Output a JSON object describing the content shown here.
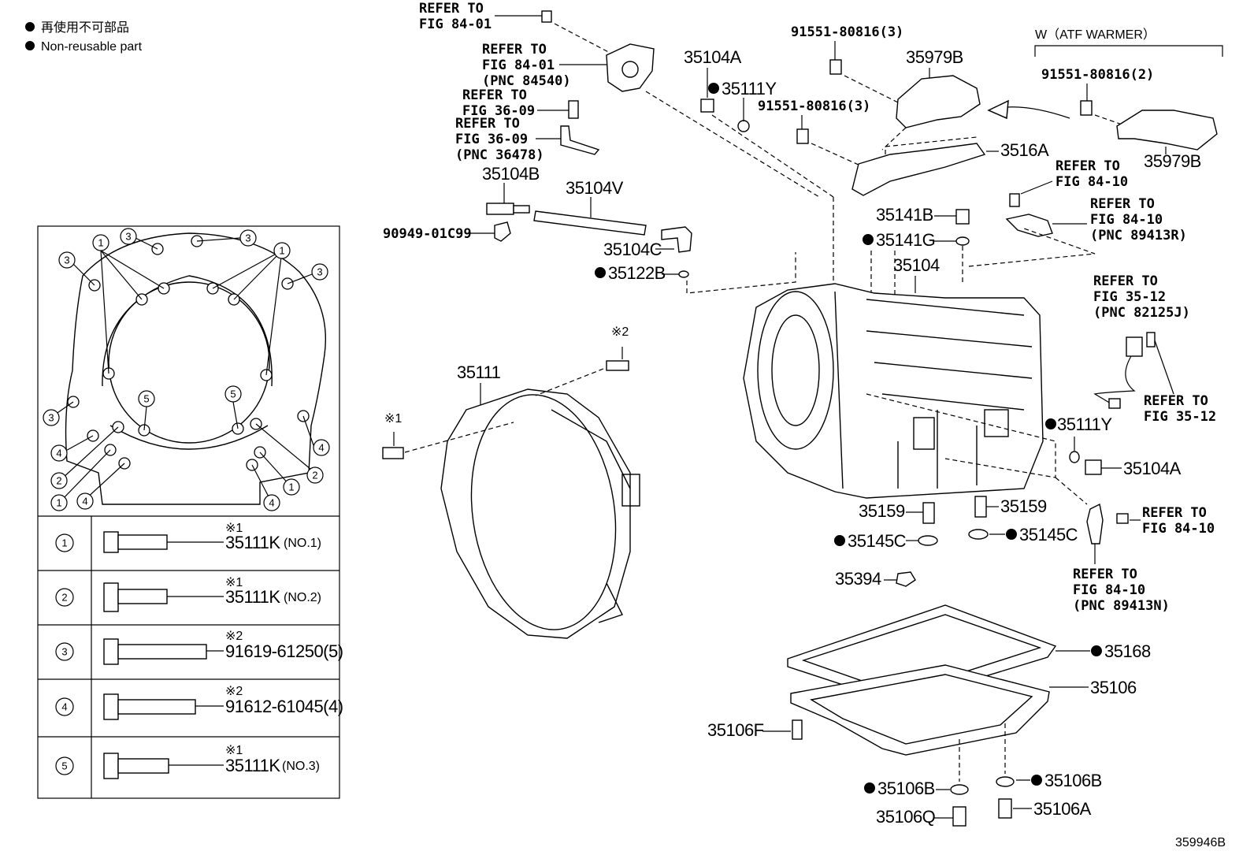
{
  "legend": {
    "jp": "再使用不可部品",
    "en": "Non-reusable part"
  },
  "diagram_code": "359946B",
  "atf_warmer_label": "W（ATF WARMER）",
  "refs": {
    "r1a": "REFER TO",
    "r1b": "FIG 84-01",
    "r2a": "REFER TO",
    "r2b": "FIG 84-01",
    "r2c": "(PNC 84540)",
    "r3a": "REFER TO",
    "r3b": "FIG 36-09",
    "r4a": "REFER TO",
    "r4b": "FIG 36-09",
    "r4c": "(PNC 36478)",
    "r5a": "REFER TO",
    "r5b": "FIG 84-10",
    "r6a": "REFER TO",
    "r6b": "FIG 84-10",
    "r6c": "(PNC 89413R)",
    "r7a": "REFER TO",
    "r7b": "FIG 35-12",
    "r7c": "(PNC 82125J)",
    "r8a": "REFER TO",
    "r8b": "FIG 35-12",
    "r9a": "REFER TO",
    "r9b": "FIG 84-10",
    "r10a": "REFER TO",
    "r10b": "FIG 84-10",
    "r10c": "(PNC 89413N)"
  },
  "parts": {
    "p35104A_top": "35104A",
    "p35111Y_top": "35111Y",
    "p91551_a": "91551-80816(3)",
    "p91551_b": "91551-80816(3)",
    "p91551_c": "91551-80816(2)",
    "p35979B_a": "35979B",
    "p35979B_b": "35979B",
    "p3516A": "3516A",
    "p35104B": "35104B",
    "p35104V": "35104V",
    "p90949": "90949-01C99",
    "p35104C": "35104C",
    "p35122B": "35122B",
    "p35141B": "35141B",
    "p35141G": "35141G",
    "p35104": "35104",
    "p35111": "35111",
    "p35111Y_r": "35111Y",
    "p35104A_r": "35104A",
    "p35159_a": "35159",
    "p35159_b": "35159",
    "p35145C_a": "35145C",
    "p35145C_b": "35145C",
    "p35394": "35394",
    "p35168": "35168",
    "p35106": "35106",
    "p35106F": "35106F",
    "p35106B_a": "35106B",
    "p35106B_b": "35106B",
    "p35106Q": "35106Q",
    "p35106A": "35106A"
  },
  "marks": {
    "m1": "※1",
    "m2": "※2"
  },
  "bolt_table": [
    {
      "num": "1",
      "mark": "※1",
      "part": "35111K",
      "note": "(NO.1)"
    },
    {
      "num": "2",
      "mark": "※1",
      "part": "35111K",
      "note": "(NO.2)"
    },
    {
      "num": "3",
      "mark": "※2",
      "part": "91619-61250(5)",
      "note": ""
    },
    {
      "num": "4",
      "mark": "※2",
      "part": "91612-61045(4)",
      "note": ""
    },
    {
      "num": "5",
      "mark": "※1",
      "part": "35111K",
      "note": "(NO.3)"
    }
  ],
  "flange_callouts": {
    "c1": "1",
    "c2": "2",
    "c3": "3",
    "c4": "4",
    "c5": "5"
  }
}
